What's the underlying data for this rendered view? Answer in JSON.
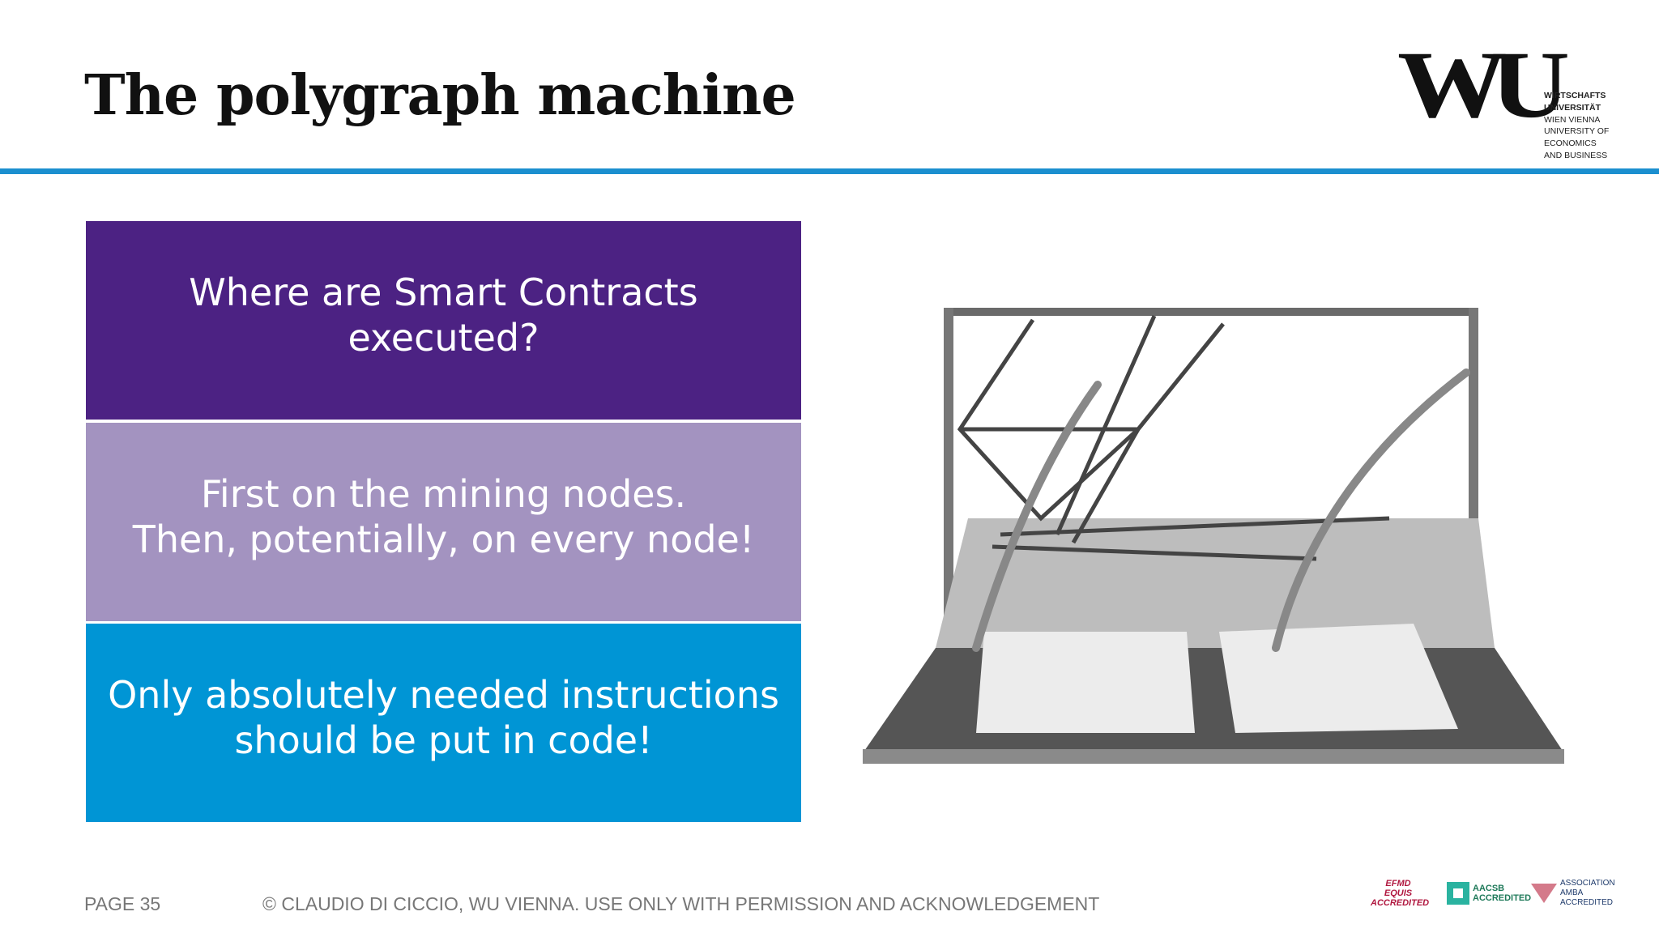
{
  "header": {
    "title": "The polygraph machine",
    "logo": {
      "mark": "WU",
      "lines": [
        "WIRTSCHAFTS",
        "UNIVERSITÄT",
        "WIEN VIENNA",
        "UNIVERSITY OF",
        "ECONOMICS",
        "AND BUSINESS"
      ]
    }
  },
  "boxes": [
    {
      "line1": "Where are Smart Contracts",
      "line2": "executed?",
      "color": "#4c2283"
    },
    {
      "line1": "First on the mining nodes.",
      "line2": "Then, potentially, on every node!",
      "color": "#a393c0"
    },
    {
      "line1": "Only absolutely needed instructions",
      "line2": "should be put in code!",
      "color": "#0095d5"
    }
  ],
  "image": {
    "icon": "polygraph-engraving"
  },
  "footer": {
    "page": "PAGE 35",
    "copyright": "© CLAUDIO DI CICCIO, WU VIENNA. USE ONLY WITH PERMISSION AND ACKNOWLEDGEMENT",
    "accreditations": [
      "EFMD EQUIS ACCREDITED",
      "AACSB ACCREDITED",
      "ASSOCIATION AMBA ACCREDITED"
    ]
  },
  "colors": {
    "accent": "#1b8fcf"
  }
}
